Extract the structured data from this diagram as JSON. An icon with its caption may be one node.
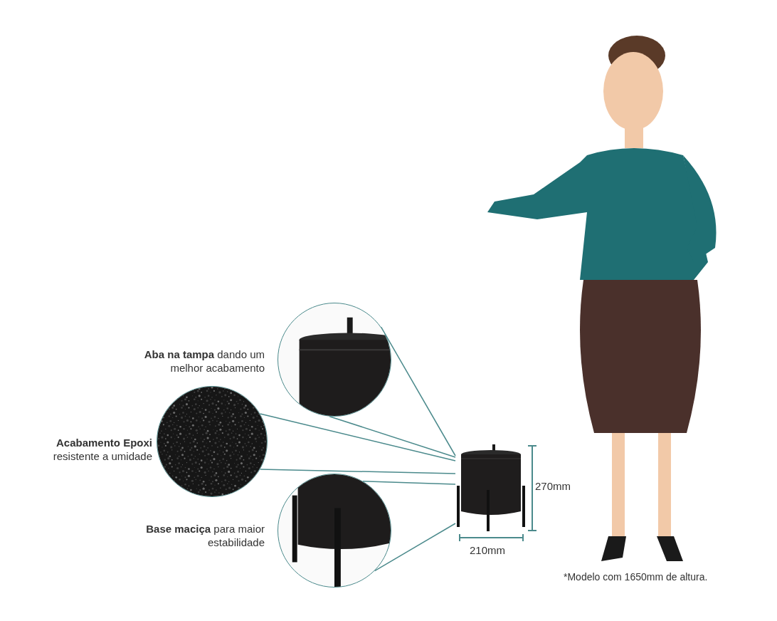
{
  "diagram": {
    "nodes": [
      {
        "text": [],
        "shape": "picture",
        "beside": [
          "**Aba na tampa** dando um melhor acabamento"
        ]
      },
      {
        "text": [],
        "shape": "picture",
        "beside": [
          "**Acabamento Epoxi** resistente a umidade"
        ]
      },
      {
        "text": [],
        "shape": "picture",
        "beside": [
          "**Base maciça** para maior estabilidade"
        ]
      },
      {
        "text": [],
        "shape": "picture"
      }
    ],
    "edges": [
      {
        "from": 0,
        "to": 3,
        "arrow": "none"
      },
      {
        "from": 0,
        "to": 3,
        "arrow": "none"
      },
      {
        "from": 1,
        "to": 3,
        "arrow": "none"
      },
      {
        "from": 1,
        "to": 3,
        "arrow": "none"
      },
      {
        "from": 2,
        "to": 3,
        "arrow": "none"
      },
      {
        "from": 2,
        "to": 3,
        "arrow": "none"
      }
    ],
    "labels": [
      "270mm",
      "210mm",
      "*Modelo com 1650mm de altura."
    ]
  }
}
